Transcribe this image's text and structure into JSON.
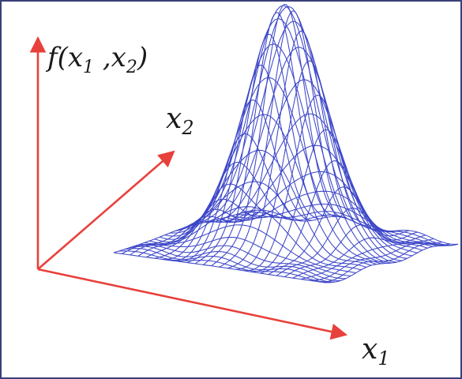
{
  "figure": {
    "axes": {
      "vertical": {
        "label": "f(x",
        "sub_a": "1",
        "sep": " ,x",
        "sub_b": "2",
        "close": ")"
      },
      "depth": {
        "label": "x",
        "sub": "2"
      },
      "horizontal": {
        "label": "x",
        "sub": "1"
      }
    },
    "surface": {
      "type": "gaussian-bump-wireframe",
      "grid_lines_per_direction": 26
    },
    "colors": {
      "axis": "#e8403a",
      "mesh": "#3c46c8",
      "frame": "#3a3f7a",
      "background": "#ffffff"
    },
    "icons": [
      "axis-arrow"
    ]
  }
}
